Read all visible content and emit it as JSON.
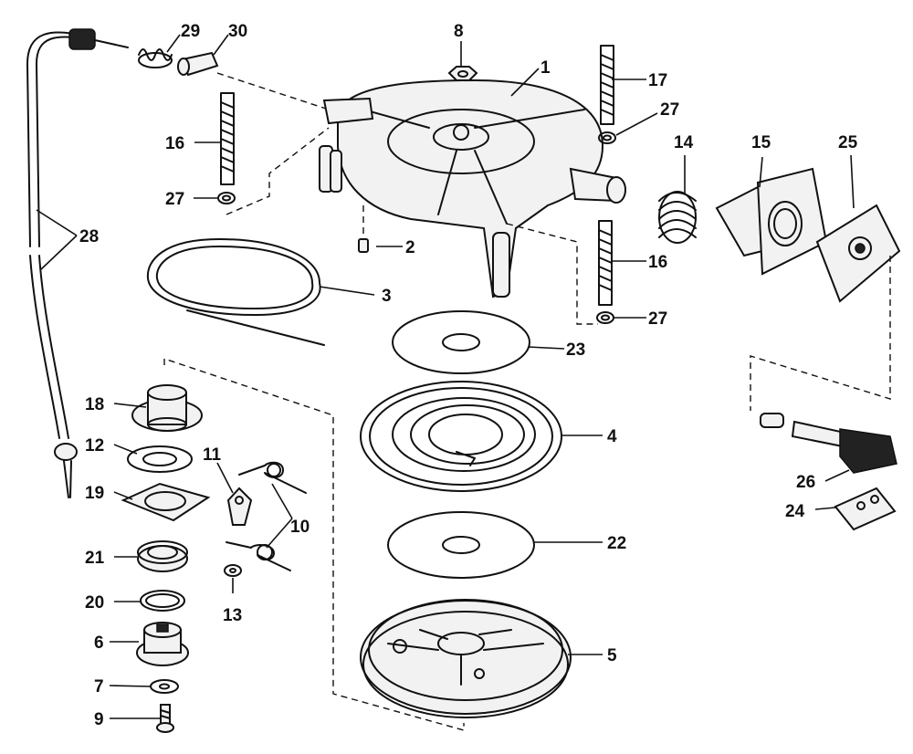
{
  "callouts": {
    "c1": "1",
    "c2": "2",
    "c3": "3",
    "c4": "4",
    "c5": "5",
    "c6": "6",
    "c7": "7",
    "c8": "8",
    "c9": "9",
    "c10": "10",
    "c11": "11",
    "c12": "12",
    "c13": "13",
    "c14": "14",
    "c15": "15",
    "c16a": "16",
    "c16b": "16",
    "c17": "17",
    "c18": "18",
    "c19": "19",
    "c20": "20",
    "c21": "21",
    "c22": "22",
    "c23": "23",
    "c24": "24",
    "c25": "25",
    "c26": "26",
    "c27a": "27",
    "c27b": "27",
    "c27c": "27",
    "c28": "28",
    "c29": "29",
    "c30": "30"
  }
}
